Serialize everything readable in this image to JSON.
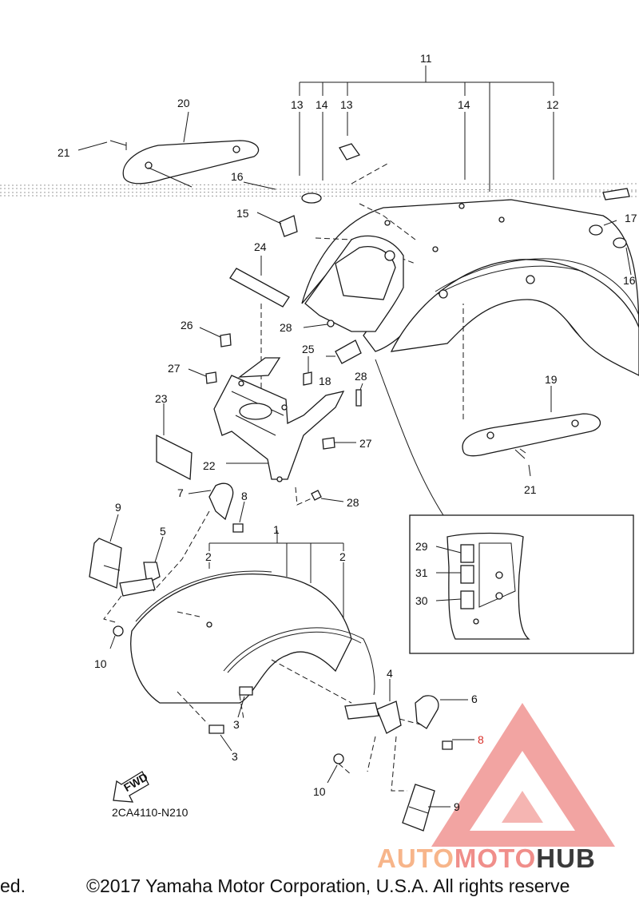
{
  "diagram": {
    "callouts": {
      "c11": "11",
      "c13a": "13",
      "c14a": "14",
      "c13b": "13",
      "c14b": "14",
      "c12": "12",
      "c20": "20",
      "c21a": "21",
      "c16a": "16",
      "c15": "15",
      "c24": "24",
      "c17": "17",
      "c16b": "16",
      "c28a": "28",
      "c26": "26",
      "c25": "25",
      "c18": "18",
      "c27a": "27",
      "c28b": "28",
      "c19": "19",
      "c23": "23",
      "c27b": "27",
      "c21b": "21",
      "c22": "22",
      "c7": "7",
      "c8a": "8",
      "c28c": "28",
      "c9a": "9",
      "c5": "5",
      "c1": "1",
      "c2a": "2",
      "c2b": "2",
      "c29": "29",
      "c31": "31",
      "c30": "30",
      "c10a": "10",
      "c4": "4",
      "c6": "6",
      "c3a": "3",
      "c8b": "8",
      "c3b": "3",
      "c10b": "10",
      "c9b": "9"
    },
    "fwd_label": "FWD",
    "diagram_code": "2CA4110-N210"
  },
  "footer": {
    "copyright_left": "ed.",
    "copyright_main": "©2017 Yamaha Motor Corporation, U.S.A. All rights reserve"
  },
  "watermark": {
    "part_auto": "AUTO",
    "part_moto": "MOTO",
    "part_hub": "HUB",
    "color_auto": "#f7b58a",
    "color_moto": "#f08e8a",
    "color_hub": "#3a3a3a",
    "color_triangle": "#e85a55"
  }
}
